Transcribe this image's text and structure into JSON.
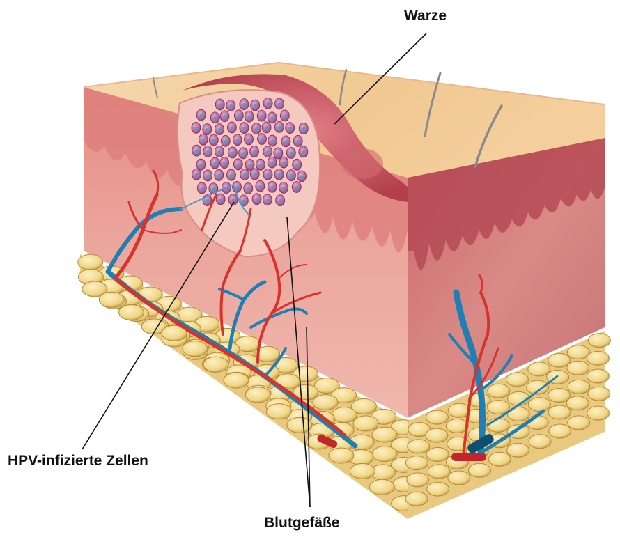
{
  "labels": {
    "wart": "Warze",
    "infected_cells": "HPV-infizierte Zellen",
    "blood_vessels": "Blutgefäße"
  },
  "colors": {
    "skin_top": "#f4cfa0",
    "epidermis": "#e79a8e",
    "dermis": "#eeaaa0",
    "wart": "#c9545d",
    "fat": "#f3dc92",
    "artery": "#d8332b",
    "vein": "#1f7fb4",
    "hair": "#8a8a8a",
    "cell": "#b85a9c",
    "nucleus": "#4aa3b8"
  },
  "icons": [
    "hair-icon",
    "infected-cell-icon",
    "fat-cell-icon",
    "blood-vessel-icon"
  ]
}
